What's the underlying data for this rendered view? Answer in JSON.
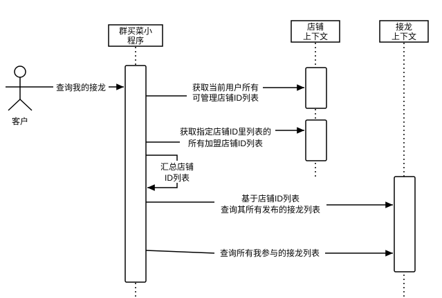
{
  "participants": {
    "customer": {
      "label": "客户"
    },
    "app": {
      "label_lines": [
        "群买菜小",
        "程序"
      ]
    },
    "store_ctx": {
      "label_lines": [
        "店铺",
        "上下文"
      ]
    },
    "relay_ctx": {
      "label_lines": [
        "接龙",
        "上下文"
      ]
    }
  },
  "messages": {
    "m1": {
      "label": "查询我的接龙"
    },
    "m2": {
      "label_lines": [
        "获取当前用户所有",
        "可管理店铺ID列表"
      ]
    },
    "m3": {
      "label_lines": [
        "获取指定店铺ID里列表的",
        "所有加盟店铺ID列表"
      ]
    },
    "m4": {
      "label_lines": [
        "汇总店铺",
        "ID列表"
      ]
    },
    "m5": {
      "label_lines": [
        "基于店铺ID列表",
        "查询其所有发布的接龙列表"
      ]
    },
    "m6": {
      "label": "查询所有我参与的接龙列表"
    }
  }
}
